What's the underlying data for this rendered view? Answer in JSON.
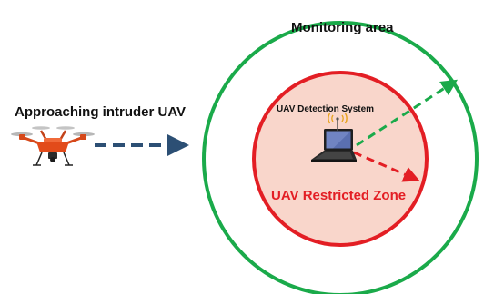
{
  "diagram": {
    "monitoring_area_label": "Monitoring area",
    "intruder_label": "Approaching intruder UAV",
    "detection_system_label": "UAV Detection System",
    "restricted_zone_label": "UAV Restricted Zone",
    "icons": [
      "drone-icon",
      "laptop-icon",
      "wifi-signal-icon"
    ],
    "colors": {
      "monitoring_circle": "#1aaa4a",
      "restricted_circle": "#e31e24",
      "restricted_fill": "#f9d6cb",
      "intruder_arrow": "#2c4f74",
      "restricted_text": "#e31e24",
      "drone_body": "#e24b1a"
    }
  }
}
